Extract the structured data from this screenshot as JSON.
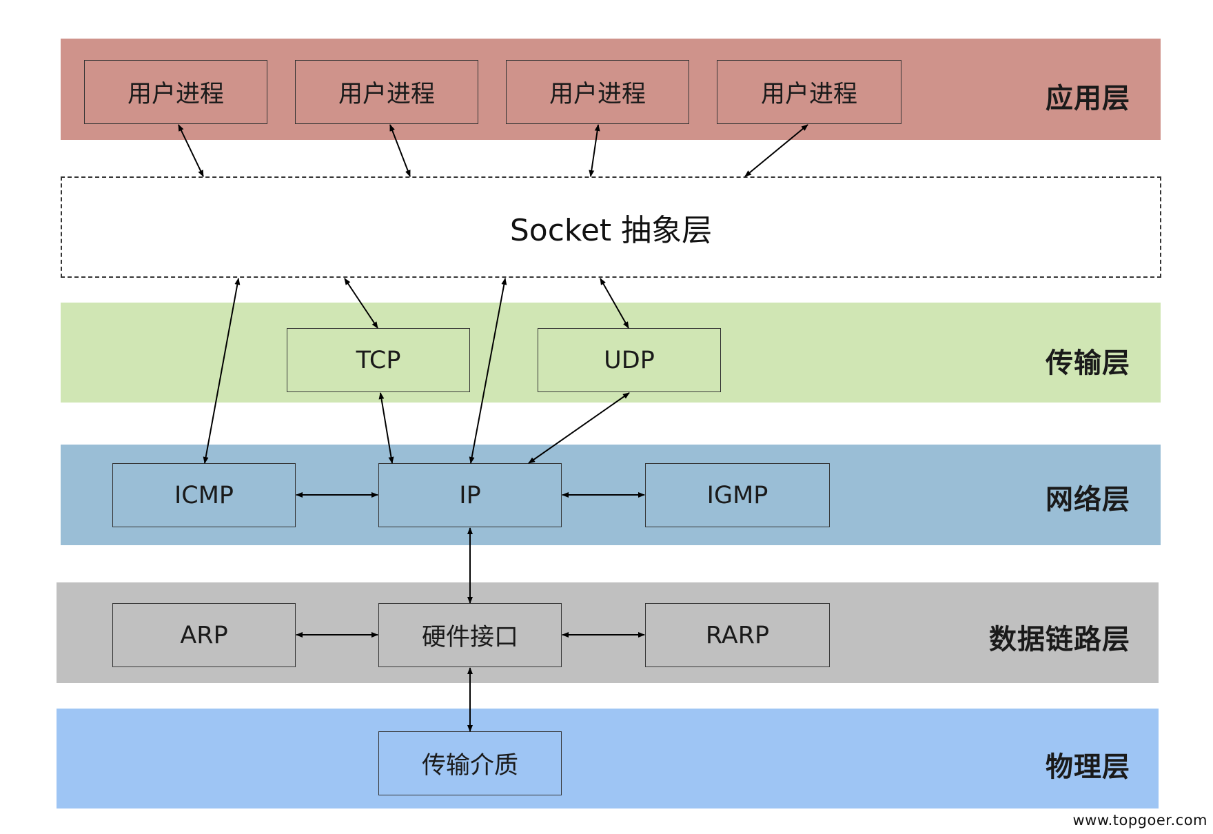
{
  "colors": {
    "application": "#cf938b",
    "transport": "#d0e6b4",
    "network": "#9abed6",
    "datalink": "#c0c0c0",
    "physical": "#9ec5f4"
  },
  "layers": {
    "application": "应用层",
    "socket": "Socket 抽象层",
    "transport": "传输层",
    "network": "网络层",
    "datalink": "数据链路层",
    "physical": "物理层"
  },
  "nodes": {
    "user_process_1": "用户进程",
    "user_process_2": "用户进程",
    "user_process_3": "用户进程",
    "user_process_4": "用户进程",
    "tcp": "TCP",
    "udp": "UDP",
    "icmp": "ICMP",
    "ip": "IP",
    "igmp": "IGMP",
    "arp": "ARP",
    "hardware_interface": "硬件接口",
    "rarp": "RARP",
    "transmission_medium": "传输介质"
  },
  "watermark": "www.topgoer.com"
}
